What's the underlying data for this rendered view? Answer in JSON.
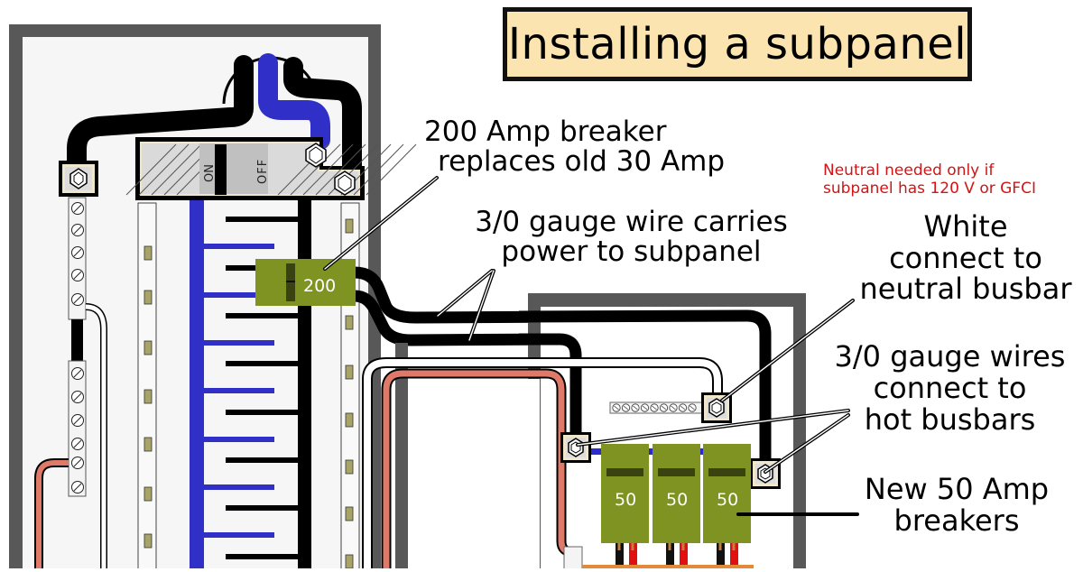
{
  "title": "Installing a subpanel",
  "colors": {
    "panel_frame": "#585858",
    "panel_interior": "#f6f6f6",
    "title_bg": "#fbe4b0",
    "hot_wire": "#000000",
    "neutral_bus_blue": "#3030c8",
    "ground_copper": "#e07a68",
    "breaker_green": "#7e9322",
    "note_red": "#d21414"
  },
  "main_breaker": {
    "on_label": "ON",
    "off_label": "OFF"
  },
  "new_feeder_breaker": {
    "rating": "200"
  },
  "subpanel_breakers": [
    {
      "rating": "50"
    },
    {
      "rating": "50"
    },
    {
      "rating": "50"
    }
  ],
  "callouts": {
    "breaker_200": {
      "line1": "200 Amp breaker",
      "line2": "replaces old 30 Amp"
    },
    "feeder_wire": {
      "line1": "3/0 gauge wire carries",
      "line2": "power to subpanel"
    },
    "neutral_note": {
      "line1": "Neutral needed only if",
      "line2": "subpanel has 120 V or GFCI"
    },
    "white_wire": {
      "line1": "White",
      "line2": "connect to",
      "line3": "neutral busbar"
    },
    "hot_wires": {
      "line1": "3/0 gauge wires",
      "line2": "connect to",
      "line3": "hot busbars"
    },
    "new_breakers": {
      "line1": "New 50 Amp",
      "line2": "breakers"
    }
  }
}
